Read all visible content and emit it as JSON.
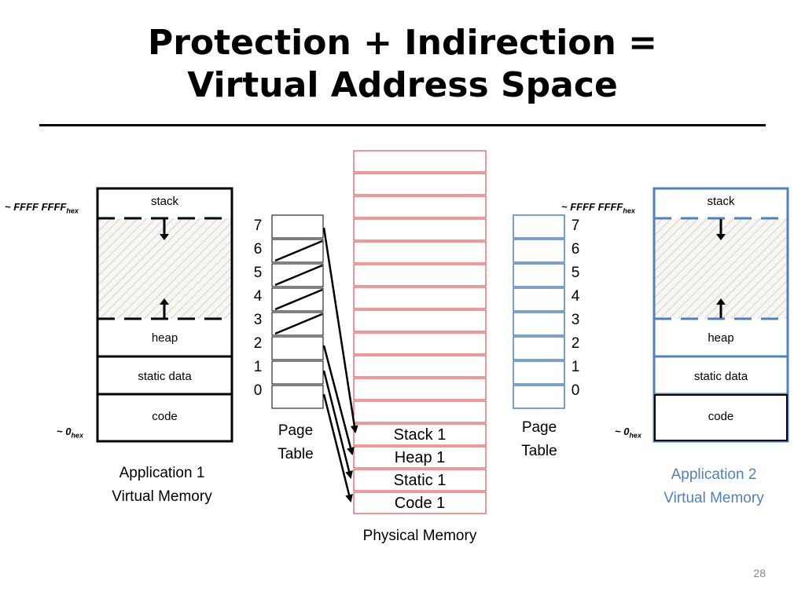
{
  "slide": {
    "title_line1": "Protection + Indirection =",
    "title_line2": "Virtual Address Space",
    "number": "28"
  },
  "colors": {
    "app2_blue": "#4f81bd",
    "physical_red": "#e03030",
    "hatch": "#e0dcd4"
  },
  "address_labels": {
    "high_prefix": "~ FFFF FFFF",
    "low_prefix": "~ 0",
    "sub": "hex"
  },
  "app1": {
    "segments": {
      "stack": "stack",
      "heap": "heap",
      "static": "static data",
      "code": "code"
    },
    "caption_line1": "Application 1",
    "caption_line2": "Virtual Memory"
  },
  "app2": {
    "segments": {
      "stack": "stack",
      "heap": "heap",
      "static": "static data",
      "code": "code"
    },
    "caption_line1": "Application 2",
    "caption_line2": "Virtual Memory"
  },
  "page_table_1": {
    "indices": [
      "7",
      "6",
      "5",
      "4",
      "3",
      "2",
      "1",
      "0"
    ],
    "caption_line1": "Page",
    "caption_line2": "Table"
  },
  "page_table_2": {
    "indices": [
      "7",
      "6",
      "5",
      "4",
      "3",
      "2",
      "1",
      "0"
    ],
    "caption_line1": "Page",
    "caption_line2": "Table"
  },
  "physical_memory": {
    "allocated": [
      "Stack 1",
      "Heap 1",
      "Static 1",
      "Code 1"
    ],
    "caption": "Physical Memory"
  }
}
